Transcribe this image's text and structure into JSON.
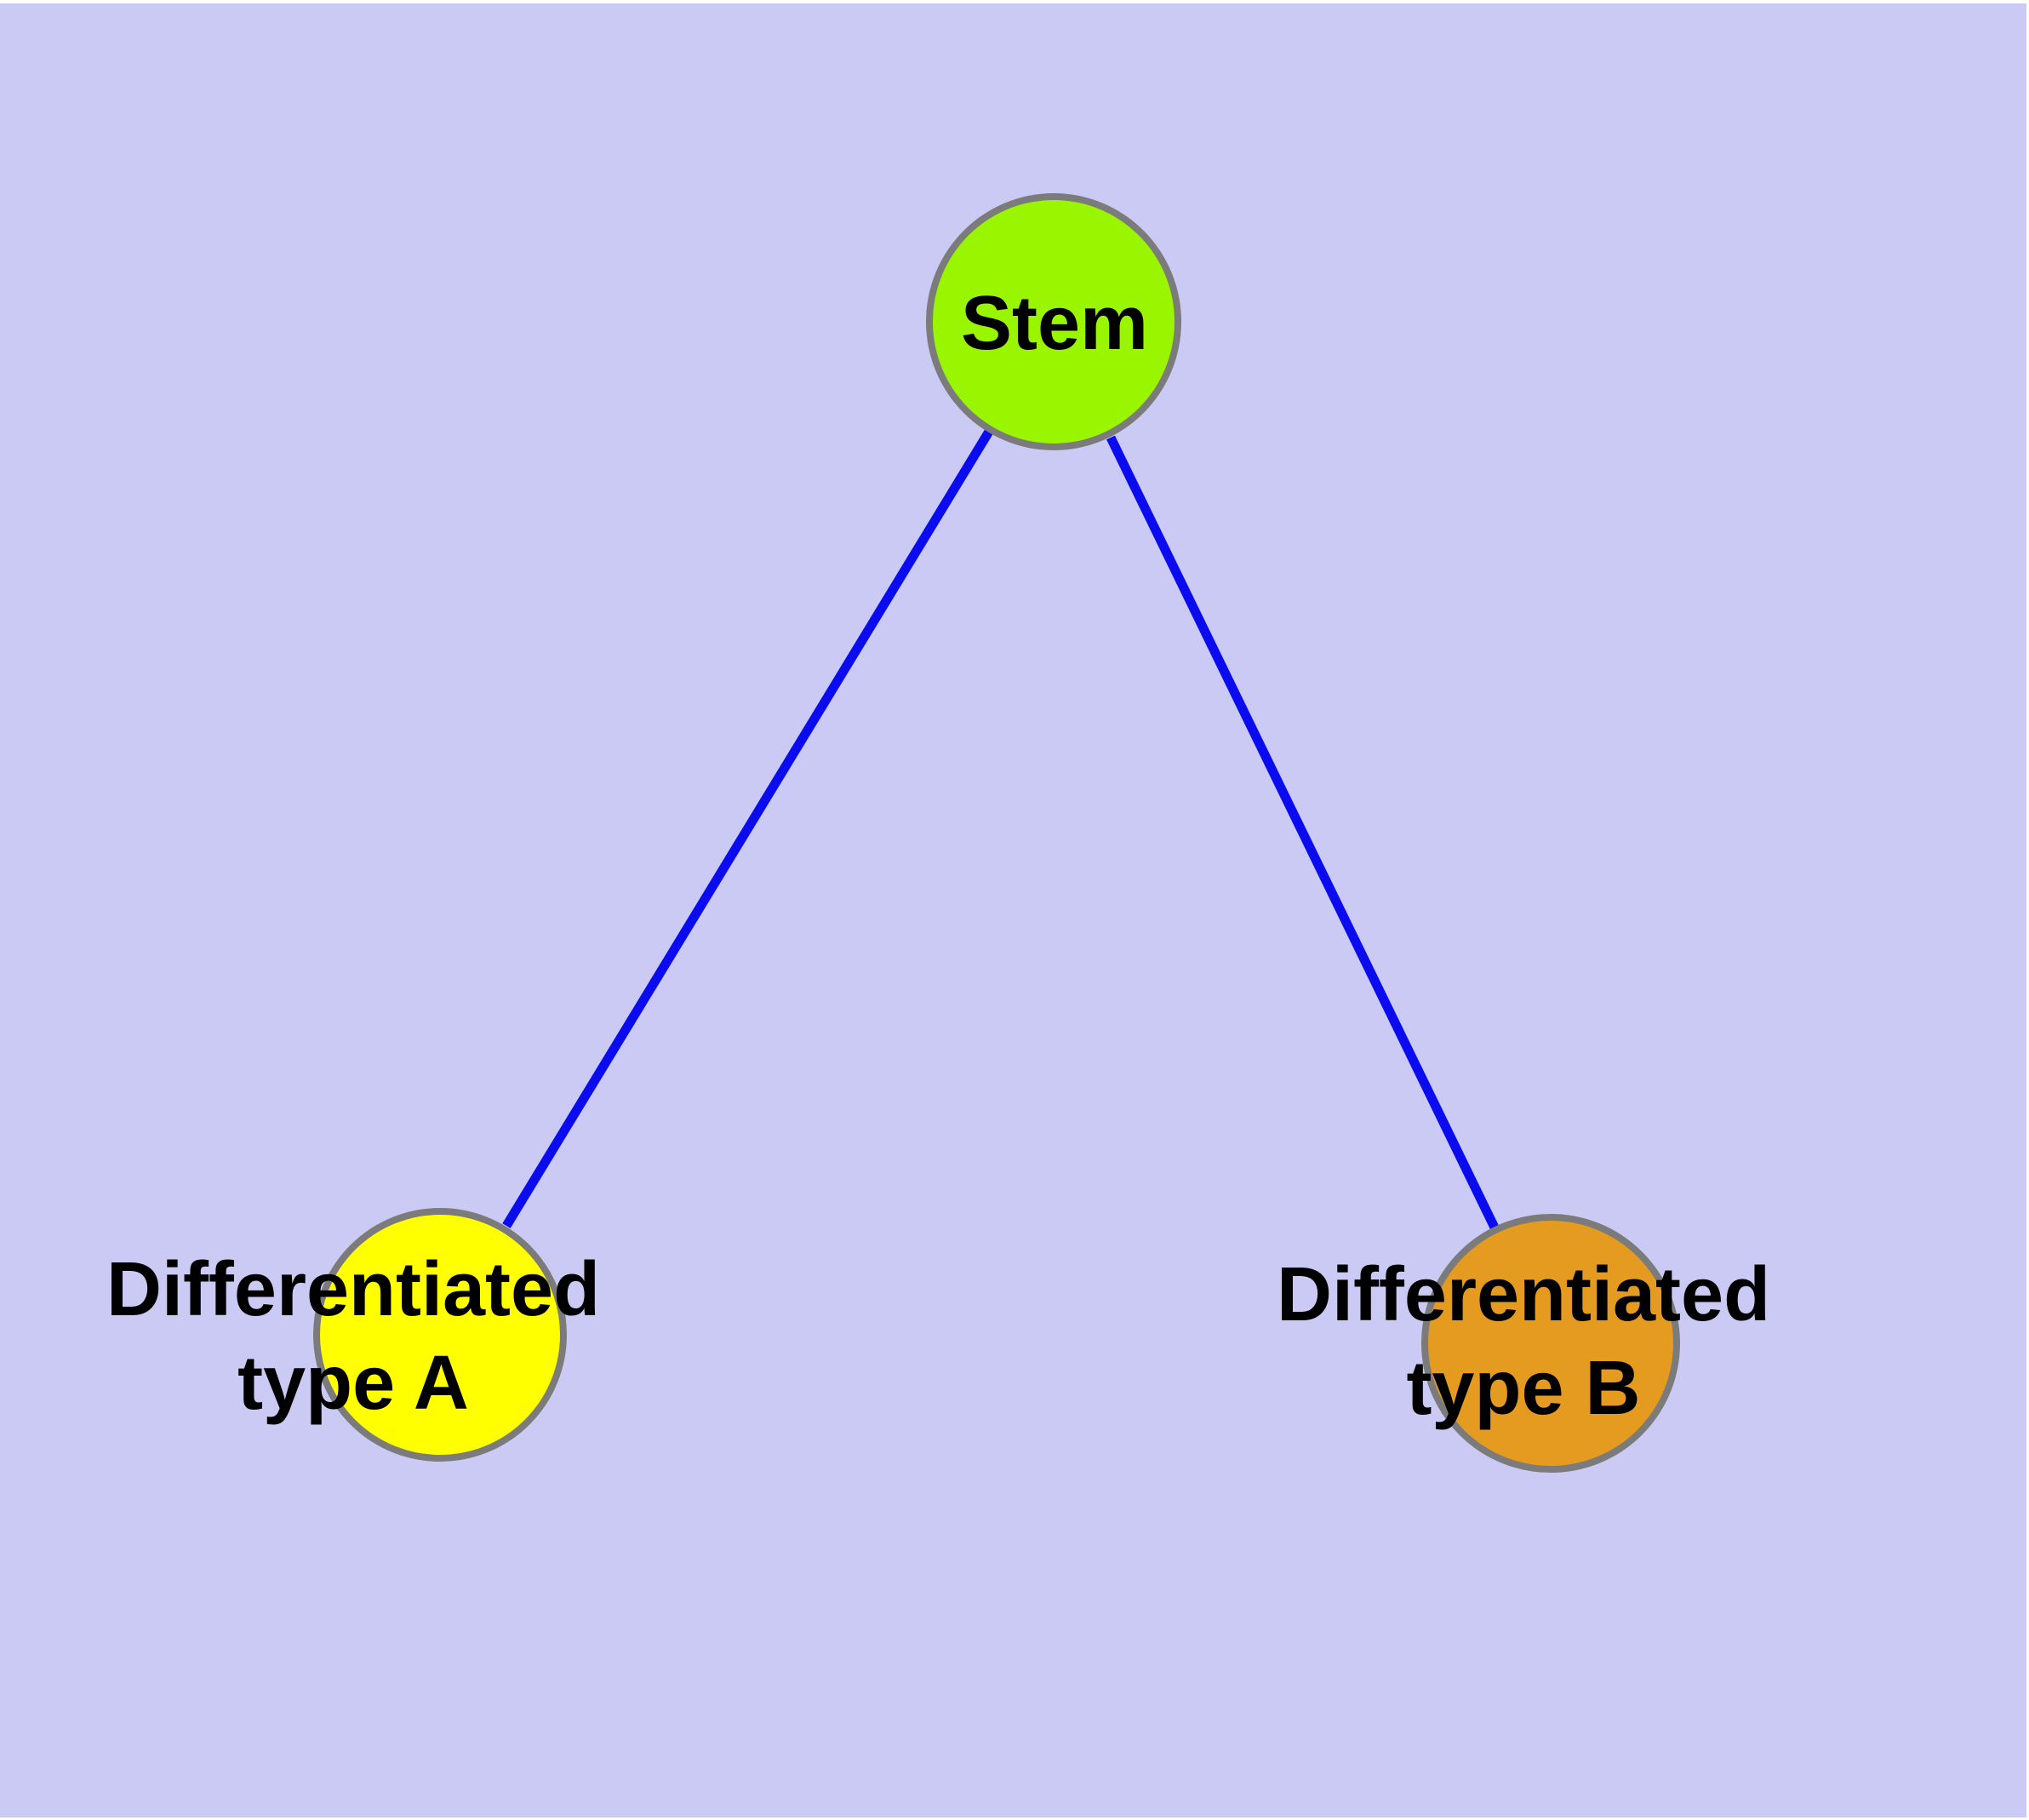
{
  "diagram": {
    "title": "Stem cell differentiation diagram",
    "background_color": "#cacaf5",
    "page_border_color": "#ffffff",
    "edge_color": "#0b0bf0",
    "node_stroke_color": "#7b7b7b",
    "label_color": "#000000",
    "nodes": [
      {
        "id": "stem",
        "label": "Stem",
        "fill": "#99f500",
        "shape": "circle"
      },
      {
        "id": "type-a",
        "label": "Differentiated type A",
        "label_lines": [
          "Differentiated",
          "type A"
        ],
        "fill": "#ffff00",
        "shape": "circle"
      },
      {
        "id": "type-b",
        "label": "Differentiated type B",
        "label_lines": [
          "Differentiated",
          "type B"
        ],
        "fill": "#e49b20",
        "shape": "circle"
      }
    ],
    "edges": [
      {
        "from": "Stem",
        "to": "Differentiated type A"
      },
      {
        "from": "Stem",
        "to": "Differentiated type B"
      }
    ]
  }
}
